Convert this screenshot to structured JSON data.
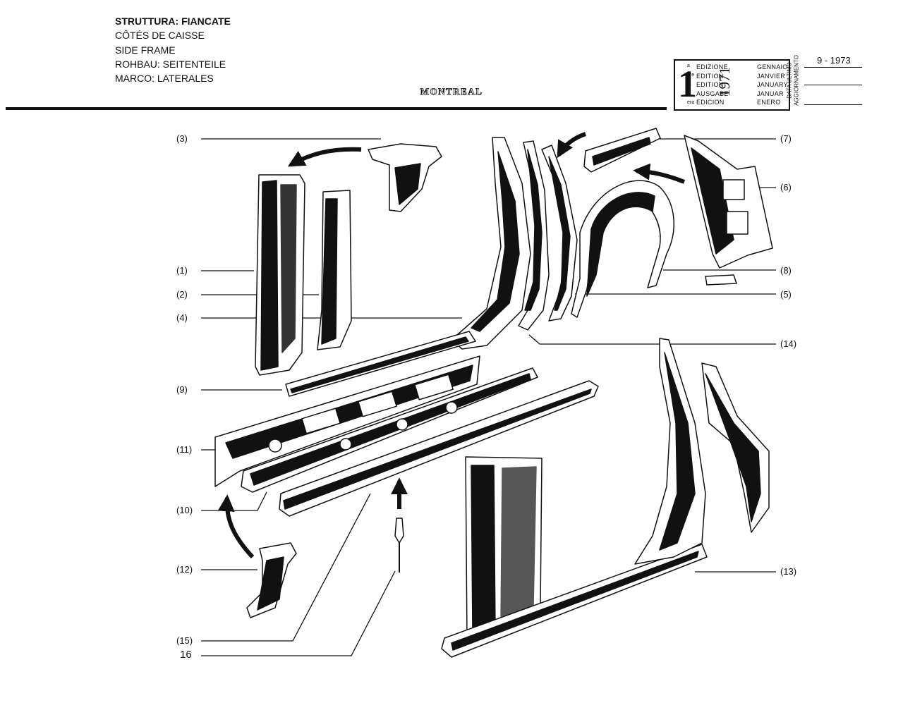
{
  "header": {
    "titles": [
      "STRUTTURA: FIANCATE",
      "CÔTÉS DE CAISSE",
      "SIDE FRAME",
      "ROHBAU: SEITENTEILE",
      "MARCO: LATERALES"
    ],
    "model": "MONTREAL"
  },
  "edition_box": {
    "number": "1",
    "suffixes": [
      "a",
      "ere",
      "st",
      ".",
      "era"
    ],
    "edition_words": [
      "EDIZIONE",
      "EDITION",
      "EDITION",
      "AUSGABE",
      "EDICION"
    ],
    "year": "1971",
    "months": [
      "GENNAIO",
      "JANVIER",
      "JANUARY",
      "JANUAR",
      "ENERO"
    ],
    "update_label": [
      "DATA ULTIMO",
      "AGGIORNAMENTO"
    ],
    "update_value": "9 - 1973"
  },
  "callouts": [
    "(3)",
    "(1)",
    "(2)",
    "(4)",
    "(9)",
    "(11)",
    "(10)",
    "(12)",
    "(15)",
    "16",
    "(7)",
    "(6)",
    "(8)",
    "(5)",
    "(14)",
    "(13)"
  ],
  "colors": {
    "ink": "#111111",
    "paper": "#ffffff"
  },
  "icons": [
    "direction-arrow-icon"
  ]
}
